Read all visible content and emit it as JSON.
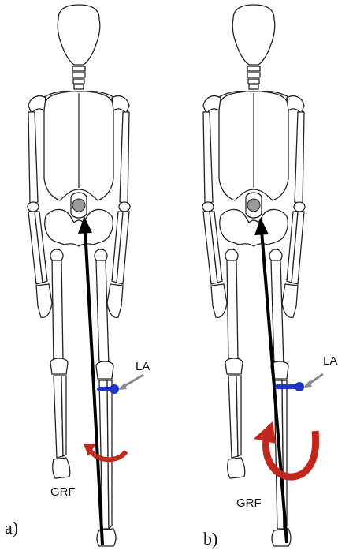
{
  "figure": {
    "panels": [
      {
        "id": "a",
        "label": "a)",
        "grf_label": "GRF",
        "la_label": "LA",
        "moment": "small"
      },
      {
        "id": "b",
        "label": "b)",
        "grf_label": "GRF",
        "la_label": "LA",
        "moment": "large"
      }
    ],
    "colors": {
      "grf_arrow": "#000000",
      "lever_arm": "#1f35c9",
      "moment_arrow": "#c0281e",
      "pointer": "#8a8a8a",
      "bone_outline": "#222222"
    }
  }
}
